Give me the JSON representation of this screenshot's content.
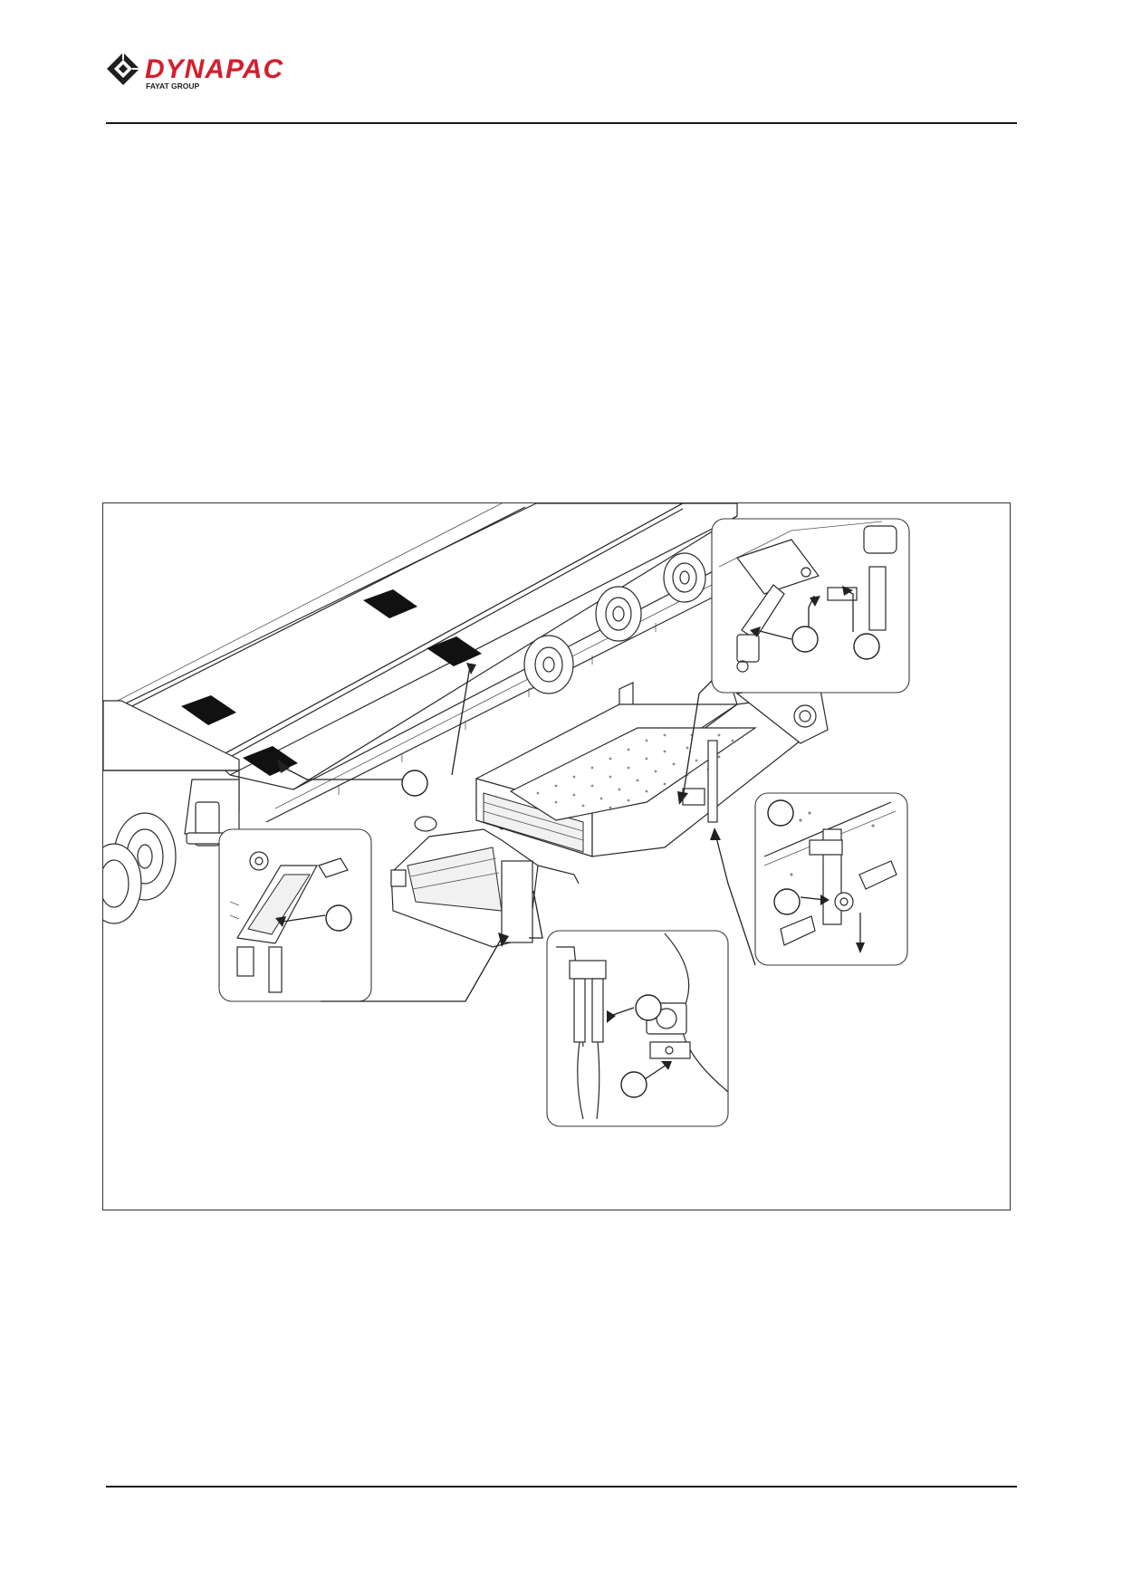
{
  "brand": {
    "name": "DYNAPAC",
    "group": "FAYAT GROUP",
    "color": "#d41e2d",
    "mark_color": "#1f1f1f",
    "mark_icon": "dynapac-diamond-logo-icon"
  },
  "figure": {
    "description_icon": "paver-conveyor-exploded-view",
    "callouts": [
      "",
      "",
      "",
      "",
      "",
      "",
      "",
      "",
      ""
    ],
    "marker_color": "#111111"
  }
}
